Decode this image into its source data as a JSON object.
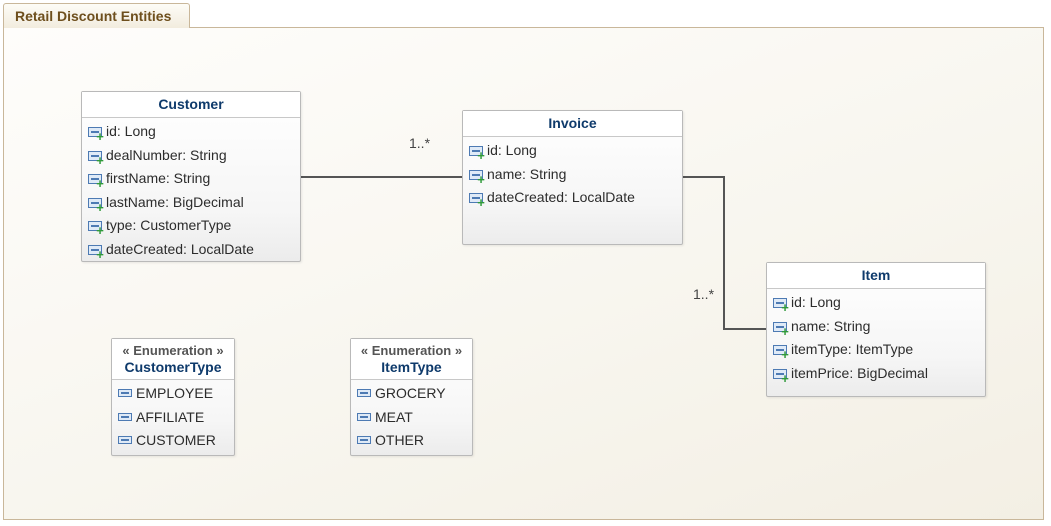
{
  "diagram": {
    "tab_title": "Retail Discount Entities",
    "entities": {
      "customer": {
        "name": "Customer",
        "fields": [
          "id: Long",
          "dealNumber: String",
          "firstName: String",
          "lastName: BigDecimal",
          "type: CustomerType",
          "dateCreated: LocalDate"
        ]
      },
      "invoice": {
        "name": "Invoice",
        "fields": [
          "id: Long",
          "name: String",
          "dateCreated: LocalDate"
        ]
      },
      "item": {
        "name": "Item",
        "fields": [
          "id: Long",
          "name: String",
          "itemType: ItemType",
          "itemPrice: BigDecimal"
        ]
      }
    },
    "enumerations": {
      "customer_type": {
        "stereotype": "« Enumeration »",
        "name": "CustomerType",
        "values": [
          "EMPLOYEE",
          "AFFILIATE",
          "CUSTOMER"
        ]
      },
      "item_type": {
        "stereotype": "« Enumeration »",
        "name": "ItemType",
        "values": [
          "GROCERY",
          "MEAT",
          "OTHER"
        ]
      }
    },
    "associations": {
      "customer_invoice": {
        "multiplicity": "1..*"
      },
      "invoice_item": {
        "multiplicity": "1..*"
      }
    },
    "colors": {
      "tab_text": "#6e4f1d",
      "entity_title": "#0e3a6b",
      "field_icon": "#4d7ab3",
      "field_plus": "#2f9a3a",
      "connector": "#555555"
    }
  }
}
